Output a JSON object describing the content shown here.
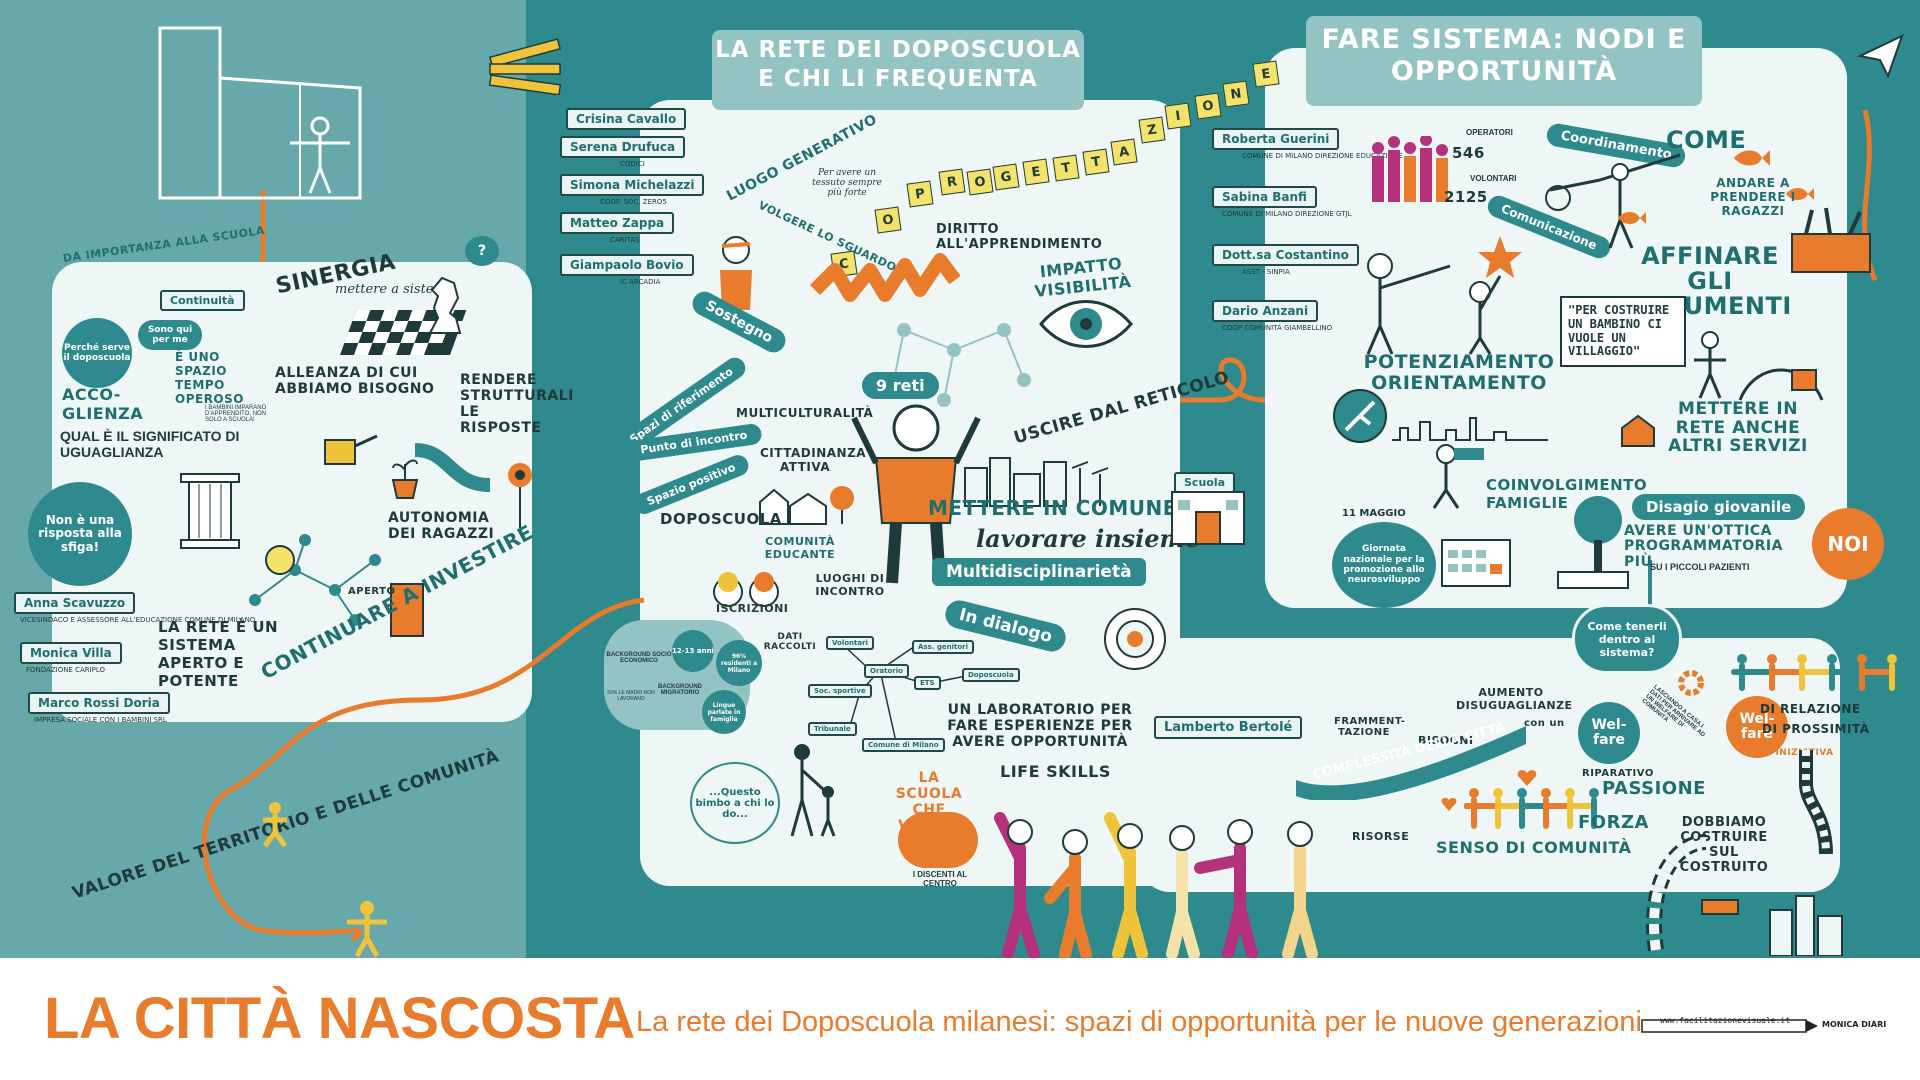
{
  "colors": {
    "teal": "#2e8a8c",
    "light_teal": "#67a9aa",
    "panel": "#eef7f6",
    "orange": "#e87b2c",
    "yellow": "#f0c43a",
    "magenta": "#b5317c",
    "dark": "#1e3a3a"
  },
  "left": {
    "importanza": "Da importanza alla scuola",
    "continuita": "Continuità",
    "perche_serve": "Perché serve il doposcuola",
    "sono_qui": "Sono qui per me",
    "spazio_tempo": "È uno spazio tempo operoso",
    "accoglienza": "Acco-glienza",
    "sinergia": "Sinergia",
    "mettere_sistema": "mettere a sistema",
    "alleanza": "Alleanza di cui abbiamo bisogno",
    "rendere": "Rendere strutturali le risposte",
    "bambini_imparano": "I bambini imparano d'apprendito, non solo a scuola!",
    "significato": "Qual è il significato di uguaglianza",
    "non_sfiga": "Non è una risposta alla sfiga!",
    "autonomia": "Autonomia dei ragazzi",
    "rete_sistema": "La rete è un sistema aperto e potente",
    "aperto": "Aperto",
    "continuare": "Continuare a investire",
    "valore": "Valore del territorio e delle comunità",
    "speakers": [
      {
        "name": "Anna Scavuzzo",
        "role": "Vicesindaco e assessore all'educazione Comune di Milano"
      },
      {
        "name": "Monica Villa",
        "role": "Fondazione Cariplo"
      },
      {
        "name": "Marco Rossi Doria",
        "role": "Impresa sociale con i bambini SRL"
      }
    ]
  },
  "middle": {
    "title": "La rete dei doposcuola e chi li frequenta",
    "speakers": [
      {
        "name": "Crisina Cavallo",
        "role": ""
      },
      {
        "name": "Serena Drufuca",
        "role": "Codici"
      },
      {
        "name": "Simona Michelazzi",
        "role": "Coop. Soc. Zero5"
      },
      {
        "name": "Matteo Zappa",
        "role": "Caritas"
      },
      {
        "name": "Giampaolo Bovio",
        "role": "IC Arcadia"
      }
    ],
    "luogo": "Luogo generativo",
    "tessuto": "Per avere un tessuto sempre più forte",
    "volgere": "Volgere lo sguardo",
    "sostegno": "Sostegno",
    "diritto": "Diritto all'apprendimento",
    "impatto": "Impatto visibilità",
    "nove_reti": "9 reti",
    "spazi_rif": "Spazi di riferimento",
    "punto": "Punto di incontro",
    "spazio_pos": "Spazio positivo",
    "multicult": "Multiculturalità",
    "cittadinanza": "Cittadinanza attiva",
    "doposcuola": "Doposcuola",
    "comunita": "Comunità educante",
    "luoghi": "Luoghi di incontro",
    "uscire": "Uscire dal reticolo",
    "mettere_comune": "Mettere in comune",
    "lavorare": "lavorare insieme",
    "multidisc": "Multidisciplinarietà",
    "scuola": "Scuola",
    "iscrizioni": "Iscrizioni",
    "dati": "Dati raccolti",
    "in_dialogo": "In dialogo",
    "laboratorio": "Un laboratorio per fare esperienze per avere opportunità",
    "life_skills": "Life skills",
    "scuola_vorrei": "La scuola che vorrei",
    "discenti": "I discenti al centro",
    "questo_bimbo": "...Questo bimbo a chi lo do...",
    "stats": {
      "anni": "12-13 anni",
      "residenti": "96% residenti a Milano",
      "lingue": "Lingue parlate in famiglia",
      "bg_socio": "Background socio economico",
      "bg_migr": "Background migratorio",
      "madri": "50% le madri non lavorano"
    },
    "net_nodes": [
      "Volontari",
      "Ass. genitori",
      "Oratorio",
      "Soc. sportive",
      "ETS",
      "Doposcuola",
      "Tribunale",
      "Comune di Milano"
    ],
    "coprogettazione": [
      "C",
      "O",
      "P",
      "R",
      "O",
      "G",
      "E",
      "T",
      "T",
      "A",
      "Z",
      "I",
      "O",
      "N",
      "E"
    ]
  },
  "right_top": {
    "title": "Fare sistema: nodi e opportunità",
    "speakers": [
      {
        "name": "Roberta Guerini",
        "role": "Comune di Milano Direzione Educazione"
      },
      {
        "name": "Sabina Banfi",
        "role": "Comune di Milano Direzione GTJL"
      },
      {
        "name": "Dott.sa Costantino",
        "role": "ASST - SINPIA"
      },
      {
        "name": "Dario Anzani",
        "role": "Coop comunità Giambellino"
      }
    ],
    "operatori_label": "Operatori",
    "operatori": "546",
    "volontari_label": "Volontari",
    "volontari": "2125",
    "coordinamento": "Coordinamento",
    "comunicazione": "Comunicazione",
    "come": "Come",
    "andare": "andare a prendere i ragazzi",
    "affinare": "Affinare gli strumenti",
    "villaggio": "\"Per costruire un bambino ci vuole un villaggio\"",
    "potenziamento": "Potenziamento orientamento",
    "mettere_rete": "Mettere in rete anche altri servizi",
    "coinvolgimento": "Coinvolgimento famiglie",
    "disagio": "Disagio giovanile",
    "ottica": "Avere un'ottica programmatoria più",
    "piccoli": "su i piccoli pazienti",
    "noi": "NOI",
    "maggio": "11 maggio",
    "giornata": "Giornata nazionale per la promozione allo neurosviluppo"
  },
  "right_bottom": {
    "tenerli": "Come tenerli dentro al sistema?",
    "speaker": "Lamberto Bertolé",
    "frammentazione": "Framment-tazione",
    "bisogni": "Bisogni",
    "disuguaglianze": "Aumento disuguaglianze",
    "complessita": "Complessità della città",
    "con_un": "con un",
    "risorse": "Risorse",
    "welfare1": "Wel-fare",
    "riparativo": "Riparativo",
    "welfare2": "Wel-fare",
    "iniziativa": "Di iniziativa",
    "relazione": "Di relazione",
    "prossimita": "Di prossimità",
    "passione": "Passione",
    "forza": "Forza",
    "senso": "Senso di comunità",
    "costruire": "Dobbiamo costruire sul costruito",
    "arc_text": "Lasciando a casa i dati per arrivare ad un welfare di comunità"
  },
  "footer": {
    "title": "LA CITTÀ NASCOSTA",
    "subtitle": "La rete dei Doposcuola milanesi: spazi di opportunità per le nuove generazioni",
    "site": "www.facilitazionevisuale.it",
    "credit": "Monica Diari"
  }
}
